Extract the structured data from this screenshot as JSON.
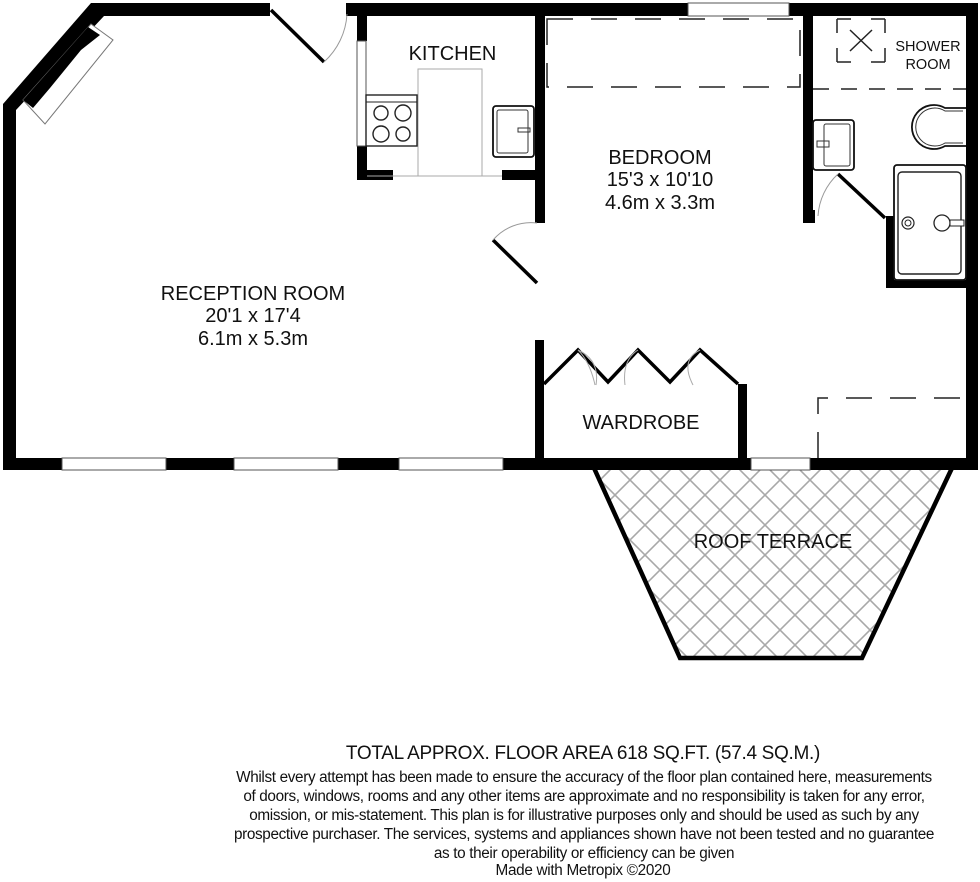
{
  "floorplan": {
    "rooms": [
      {
        "id": "reception",
        "name": "RECEPTION ROOM",
        "dims_imperial": "20'1 x 17'4",
        "dims_metric": "6.1m x 5.3m"
      },
      {
        "id": "kitchen",
        "name": "KITCHEN"
      },
      {
        "id": "bedroom",
        "name": "BEDROOM",
        "dims_imperial": "15'3 x 10'10",
        "dims_metric": "4.6m x 3.3m"
      },
      {
        "id": "shower",
        "name_line1": "SHOWER",
        "name_line2": "ROOM"
      },
      {
        "id": "wardrobe",
        "name": "WARDROBE"
      },
      {
        "id": "terrace",
        "name": "ROOF TERRACE"
      }
    ],
    "fixtures": [
      "hob-icon",
      "kitchen-sink-icon",
      "basin-icon",
      "toilet-icon",
      "shower-tray-icon",
      "skylight-icon",
      "fireplace-icon"
    ],
    "colors": {
      "wall": "#000000",
      "fixture_line": "#222222",
      "hatch": "#a8a8a8",
      "background": "#ffffff"
    }
  },
  "footer": {
    "total_area": "TOTAL APPROX. FLOOR AREA 618 SQ.FT. (57.4 SQ.M.)",
    "disclaimer_lines": [
      "Whilst every attempt has been made to ensure the accuracy of the floor plan contained here, measurements",
      "of doors, windows, rooms and any other items are approximate and no responsibility is taken for any error,",
      "omission, or mis-statement. This plan is for illustrative purposes only and should be used as such by any",
      "prospective purchaser. The services, systems and appliances shown have not been tested and no guarantee",
      "as to their operability or efficiency can be given"
    ],
    "credit": "Made with Metropix ©2020"
  }
}
